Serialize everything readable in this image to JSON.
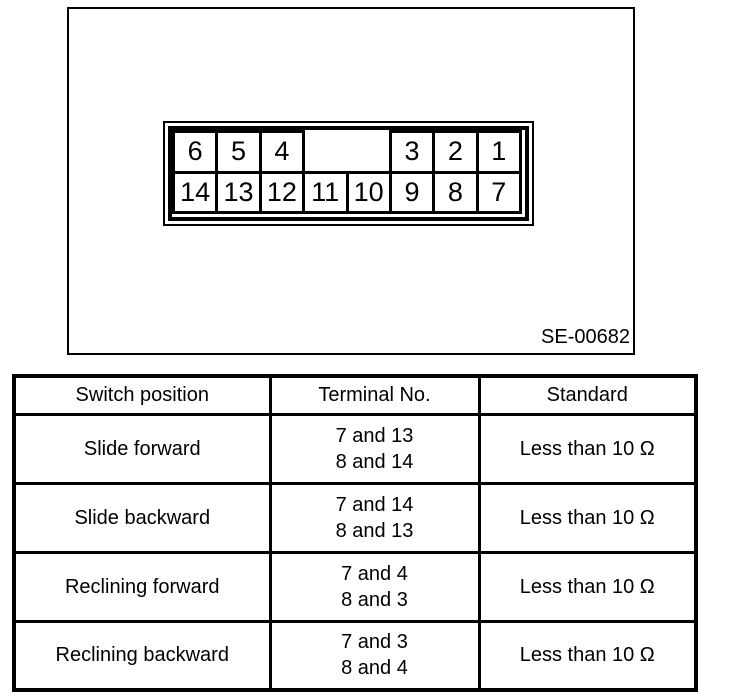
{
  "figure": {
    "label": "SE-00682",
    "connector": {
      "top_row": [
        "6",
        "5",
        "4",
        "",
        "",
        "3",
        "2",
        "1"
      ],
      "bottom_row": [
        "14",
        "13",
        "12",
        "11",
        "10",
        "9",
        "8",
        "7"
      ]
    }
  },
  "table": {
    "headers": [
      "Switch position",
      "Terminal No.",
      "Standard"
    ],
    "rows": [
      {
        "switch_position": "Slide forward",
        "terminal_lines": [
          "7 and 13",
          "8 and 14"
        ],
        "standard": "Less than 10 Ω"
      },
      {
        "switch_position": "Slide backward",
        "terminal_lines": [
          "7 and 14",
          "8 and 13"
        ],
        "standard": "Less than 10 Ω"
      },
      {
        "switch_position": "Reclining forward",
        "terminal_lines": [
          "7 and 4",
          "8 and 3"
        ],
        "standard": "Less than 10 Ω"
      },
      {
        "switch_position": "Reclining backward",
        "terminal_lines": [
          "7 and 3",
          "8 and 4"
        ],
        "standard": "Less than 10 Ω"
      }
    ]
  },
  "colors": {
    "ink": "#000000",
    "paper": "#ffffff"
  }
}
